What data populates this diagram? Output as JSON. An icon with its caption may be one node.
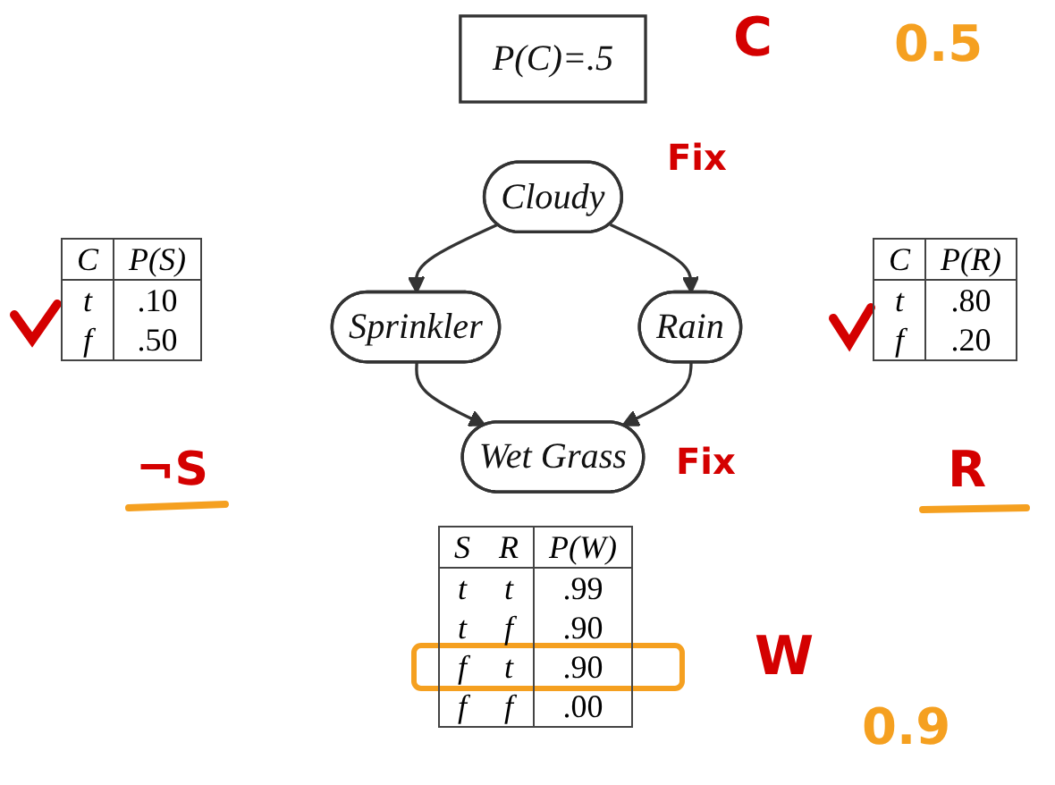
{
  "diagram": {
    "nodes": [
      {
        "text": [
          "P(C)=.5"
        ]
      },
      {
        "text": [
          "Cloudy"
        ]
      },
      {
        "text": [
          "Sprinkler"
        ]
      },
      {
        "text": [
          "Rain"
        ]
      },
      {
        "text": [
          "Wet Grass"
        ]
      }
    ],
    "edges": [
      {
        "from": 1,
        "to": 2,
        "arrow": "to"
      },
      {
        "from": 1,
        "to": 3,
        "arrow": "to"
      },
      {
        "from": 2,
        "to": 4,
        "arrow": "to"
      },
      {
        "from": 3,
        "to": 4,
        "arrow": "to"
      }
    ],
    "labels": [
      "C",
      "0.5",
      "Fix",
      "C",
      "P(S)",
      "t",
      ".10",
      "f",
      ".50",
      "C",
      "P(R)",
      "t",
      ".80",
      "f",
      ".20",
      "¬S",
      "Fix",
      "R",
      "S",
      "R",
      "P(W)",
      "t",
      "t",
      ".99",
      "t",
      "f",
      ".90",
      "f",
      "t",
      ".90",
      "f",
      "f",
      ".00",
      "W",
      "0.9"
    ]
  }
}
